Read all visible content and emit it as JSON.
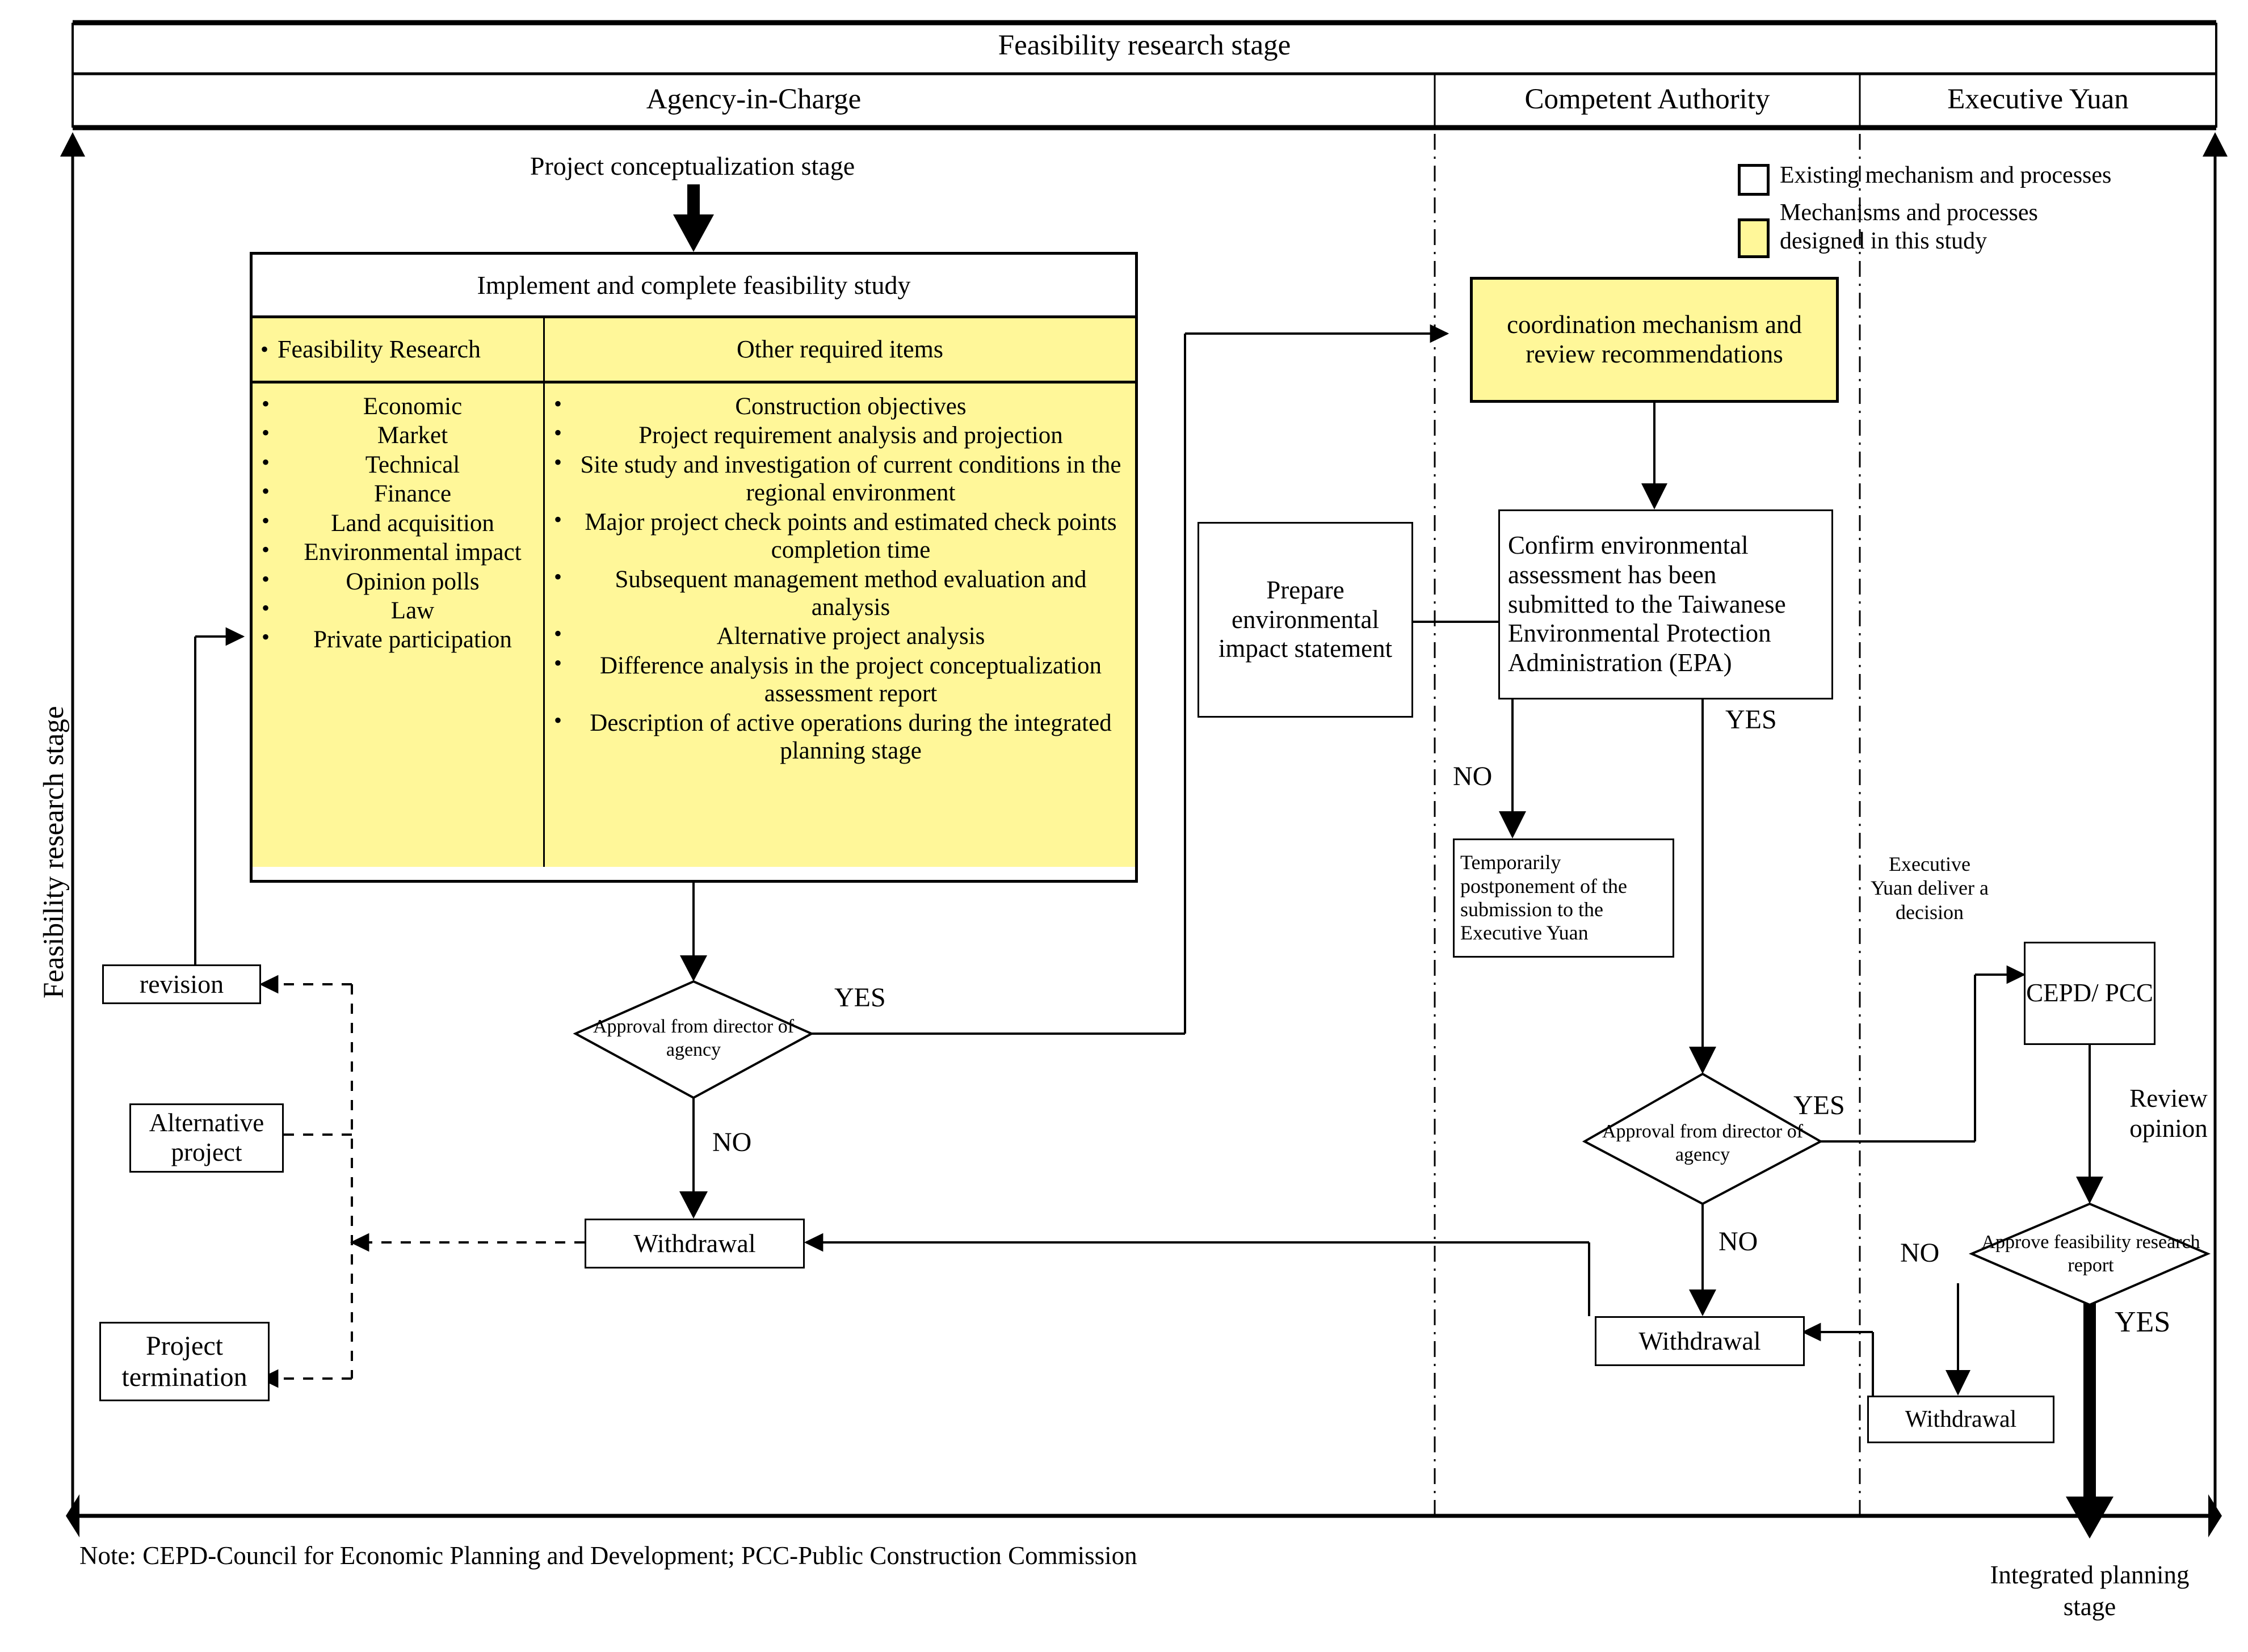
{
  "header": {
    "title": "Feasibility research stage",
    "columns": [
      {
        "label": "Agency-in-Charge"
      },
      {
        "label": "Competent Authority"
      },
      {
        "label": "Executive Yuan"
      }
    ]
  },
  "side_label": "Feasibility research stage",
  "legend": {
    "items": [
      {
        "label": "Existing mechanism and processes",
        "color": "#FFFFFF"
      },
      {
        "label": "Mechanisms and processes\ndesigned in this study",
        "color": "#FFF799"
      }
    ]
  },
  "nodes": {
    "project_conceptualization": "Project conceptualization stage",
    "feasibility_study_title": "Implement and complete feasibility study",
    "col_left_header": "Feasibility Research",
    "col_right_header": "Other required items",
    "feasibility_research_items": [
      "Economic",
      "Market",
      "Technical",
      "Finance",
      "Land acquisition",
      "Environmental impact",
      "Opinion polls",
      "Law",
      "Private participation"
    ],
    "other_required_items": [
      "Construction objectives",
      "Project requirement analysis and projection",
      "Site study and investigation of current conditions in the regional environment",
      "Major project check points and estimated check points completion time",
      "Subsequent management method evaluation and analysis",
      "Alternative project analysis",
      "Difference analysis in the project conceptualization assessment report",
      "Description of active operations during the integrated planning stage"
    ],
    "coordination_mechanism": "coordination mechanism and review recommendations",
    "prepare_eis": "Prepare environmental impact statement",
    "confirm_epa": "Confirm environmental assessment has been submitted to the Taiwanese Environmental Protection Administration (EPA)",
    "temporarily_postpone": "Temporarily postponement of the submission to the Executive Yuan",
    "decision_agency_left": "Approval from director of agency",
    "decision_agency_mid": "Approval from director of agency",
    "decision_approve_report": "Approve feasibility research report",
    "cepd_pcc": "CEPD/ PCC",
    "revision": "revision",
    "alternative_project": "Alternative project",
    "project_termination": "Project termination",
    "withdrawal_left": "Withdrawal",
    "withdrawal_mid": "Withdrawal",
    "withdrawal_right": "Withdrawal",
    "integrated_planning_stage": "Integrated planning stage"
  },
  "edge_labels": {
    "yes_left": "YES",
    "no_left": "NO",
    "yes_epa": "YES",
    "no_epa": "NO",
    "yes_mid": "YES",
    "no_mid": "NO",
    "yes_right": "YES",
    "no_right": "NO",
    "executive_yuan_decision": "Executive Yuan deliver a decision",
    "review_opinion": "Review opinion"
  },
  "note": "Note: CEPD-Council for Economic Planning and Development; PCC-Public Construction Commission",
  "colors": {
    "accent_yellow": "#FFF799",
    "line": "#000000"
  }
}
